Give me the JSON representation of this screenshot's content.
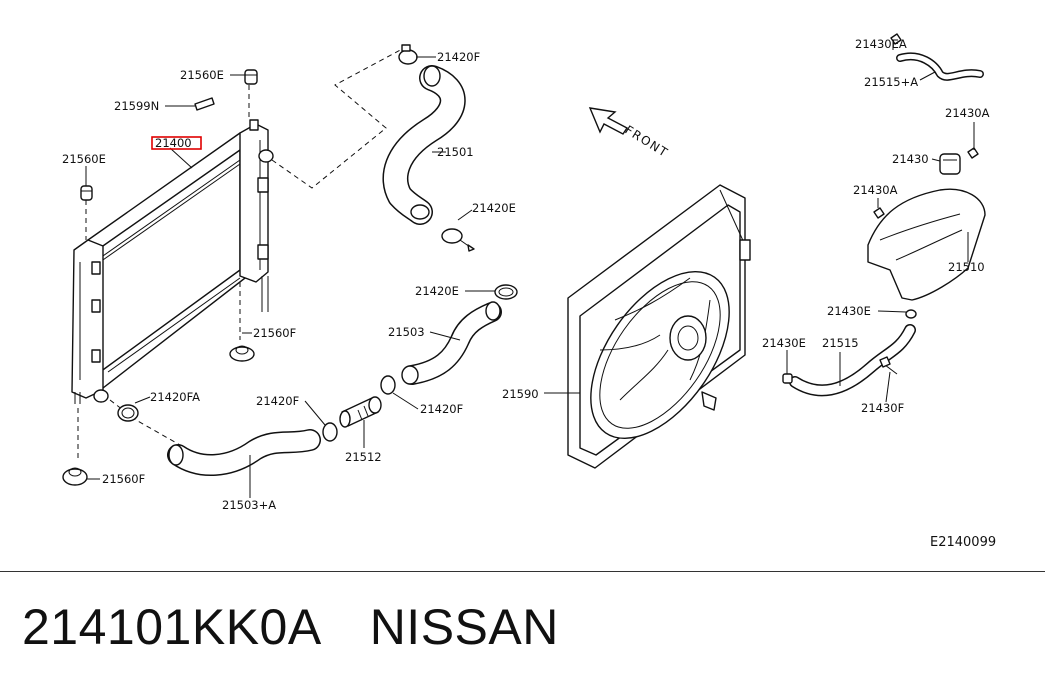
{
  "callouts": {
    "c21560E_top": "21560E",
    "c21599N": "21599N",
    "c21400": "21400",
    "c21560E_left": "21560E",
    "c21560F_mid": "21560F",
    "c21420FA": "21420FA",
    "c21560F_bottom": "21560F",
    "c21420F_top": "21420F",
    "c21501": "21501",
    "c21420E_upper": "21420E",
    "c21420E_mid": "21420E",
    "c21503": "21503",
    "c21420F_left": "21420F",
    "c21420F_right": "21420F",
    "c21512": "21512",
    "c21503A": "21503+A",
    "c21590": "21590",
    "c21430EA": "21430EA",
    "c21515A": "21515+A",
    "c21430A_top": "21430A",
    "c21430": "21430",
    "c21430A_mid": "21430A",
    "c21510": "21510",
    "c21430E_mid": "21430E",
    "c21430E_low": "21430E",
    "c21515": "21515",
    "c21430F": "21430F",
    "front": "FRONT",
    "diagram_code": "E2140099"
  },
  "highlight_color": "#e00000",
  "footer": {
    "part_number": "214101KK0A",
    "brand": "NISSAN"
  }
}
